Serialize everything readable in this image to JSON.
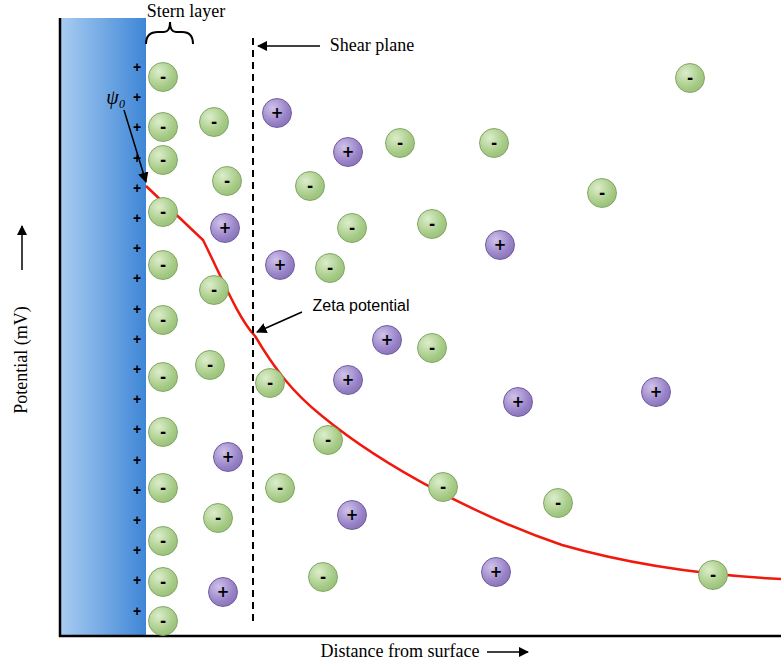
{
  "diagram": {
    "nodes": [
      {
        "text": [
          "-"
        ]
      },
      {
        "text": [
          "-"
        ]
      },
      {
        "text": [
          "+"
        ]
      },
      {
        "text": [
          "-"
        ]
      },
      {
        "text": [
          "-"
        ]
      },
      {
        "text": [
          "-"
        ]
      },
      {
        "text": [
          "-"
        ]
      },
      {
        "text": [
          "+"
        ]
      },
      {
        "text": [
          "-"
        ]
      },
      {
        "text": [
          "-"
        ]
      },
      {
        "text": [
          "-"
        ]
      },
      {
        "text": [
          "-"
        ]
      },
      {
        "text": [
          "-"
        ]
      },
      {
        "text": [
          "-"
        ]
      },
      {
        "text": [
          "+"
        ]
      },
      {
        "text": [
          "-"
        ]
      },
      {
        "text": [
          "+"
        ]
      },
      {
        "text": [
          "-"
        ]
      },
      {
        "text": [
          "+"
        ]
      },
      {
        "text": [
          "-"
        ]
      },
      {
        "text": [
          "-"
        ]
      },
      {
        "text": [
          "-"
        ]
      },
      {
        "text": [
          "+"
        ]
      },
      {
        "text": [
          "-"
        ]
      },
      {
        "text": [
          "-"
        ]
      },
      {
        "text": [
          "-"
        ]
      },
      {
        "text": [
          "+"
        ]
      },
      {
        "text": [
          "-"
        ]
      },
      {
        "text": [
          "+"
        ]
      },
      {
        "text": [
          "+"
        ]
      },
      {
        "text": [
          "-"
        ]
      },
      {
        "text": [
          "-"
        ]
      },
      {
        "text": [
          "+"
        ]
      },
      {
        "text": [
          "-"
        ]
      },
      {
        "text": [
          "-"
        ]
      },
      {
        "text": [
          "-"
        ]
      },
      {
        "text": [
          "-"
        ]
      },
      {
        "text": [
          "+"
        ]
      },
      {
        "text": [
          "-"
        ]
      },
      {
        "text": [
          "-"
        ]
      },
      {
        "text": [
          "+"
        ]
      },
      {
        "text": [
          "-"
        ]
      },
      {
        "text": [
          "-"
        ]
      },
      {
        "text": [
          "-"
        ]
      },
      {
        "text": [
          "+"
        ]
      },
      {
        "text": [
          "-"
        ]
      }
    ],
    "labels": [
      "Stern layer",
      "Shear plane",
      "ψ₀",
      "Zeta potential",
      "Potential (mV)",
      "Distance from surface",
      "+",
      "+",
      "+",
      "+",
      "+",
      "+",
      "+",
      "+",
      "+",
      "+",
      "+",
      "+",
      "+",
      "+",
      "+",
      "+",
      "+",
      "+",
      "+"
    ]
  }
}
